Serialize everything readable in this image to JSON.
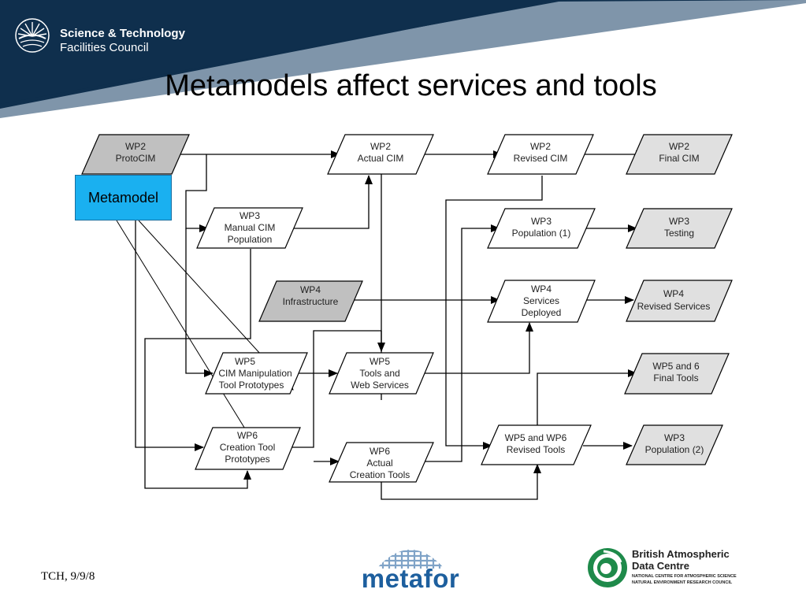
{
  "header": {
    "org_line1": "Science & Technology",
    "org_line2": "Facilities Council",
    "band_color": "#0f2f4d",
    "accent_color": "#7f95aa"
  },
  "title": "Metamodels affect services and tools",
  "metamodel": {
    "label": "Metamodel",
    "color": "#1ab0f0"
  },
  "nodes": {
    "wp2_protocim": {
      "lines": [
        "WP2",
        "ProtoCIM"
      ],
      "fill": "#c0c0c0"
    },
    "wp2_actual_cim": {
      "lines": [
        "WP2",
        "Actual CIM"
      ],
      "fill": "#ffffff"
    },
    "wp2_revised_cim": {
      "lines": [
        "WP2",
        "Revised CIM"
      ],
      "fill": "#ffffff"
    },
    "wp2_final_cim": {
      "lines": [
        "WP2",
        "Final CIM"
      ],
      "fill": "#e0e0e0"
    },
    "wp3_manual": {
      "lines": [
        "WP3",
        "Manual CIM",
        "Population"
      ],
      "fill": "#ffffff"
    },
    "wp3_population1": {
      "lines": [
        "WP3",
        "Population (1)"
      ],
      "fill": "#ffffff"
    },
    "wp3_testing": {
      "lines": [
        "WP3",
        "Testing"
      ],
      "fill": "#e0e0e0"
    },
    "wp4_infrastructure": {
      "lines": [
        "WP4",
        "Infrastructure"
      ],
      "fill": "#c0c0c0"
    },
    "wp4_services_deployed": {
      "lines": [
        "WP4",
        "Services",
        "Deployed"
      ],
      "fill": "#ffffff"
    },
    "wp4_revised_services": {
      "lines": [
        "WP4",
        "Revised Services"
      ],
      "fill": "#e0e0e0"
    },
    "wp5_cim_manipulation": {
      "lines": [
        "WP5",
        "CIM Manipulation",
        "Tool Prototypes"
      ],
      "fill": "#ffffff"
    },
    "wp5_tools_web": {
      "lines": [
        "WP5",
        "Tools and",
        "Web Services"
      ],
      "fill": "#ffffff"
    },
    "wp56_final_tools": {
      "lines": [
        "WP5 and 6",
        "Final Tools"
      ],
      "fill": "#e0e0e0"
    },
    "wp6_creation_prototypes": {
      "lines": [
        "WP6",
        "Creation Tool",
        "Prototypes"
      ],
      "fill": "#ffffff"
    },
    "wp6_actual_creation": {
      "lines": [
        "WP6",
        "Actual",
        "Creation Tools"
      ],
      "fill": "#ffffff"
    },
    "wp56_revised_tools": {
      "lines": [
        "WP5 and WP6",
        "Revised Tools"
      ],
      "fill": "#ffffff"
    },
    "wp3_population2": {
      "lines": [
        "WP3",
        "Population (2)"
      ],
      "fill": "#e0e0e0"
    }
  },
  "footer": {
    "credit": "TCH, 9/9/8",
    "metafor": "metafor",
    "badc_line1": "British Atmospheric",
    "badc_line2": "Data Centre",
    "badc_line3": "NATIONAL CENTRE FOR ATMOSPHERIC SCIENCE",
    "badc_line4": "NATURAL ENVIRONMENT RESEARCH COUNCIL",
    "badc_color": "#1e8a4a"
  }
}
